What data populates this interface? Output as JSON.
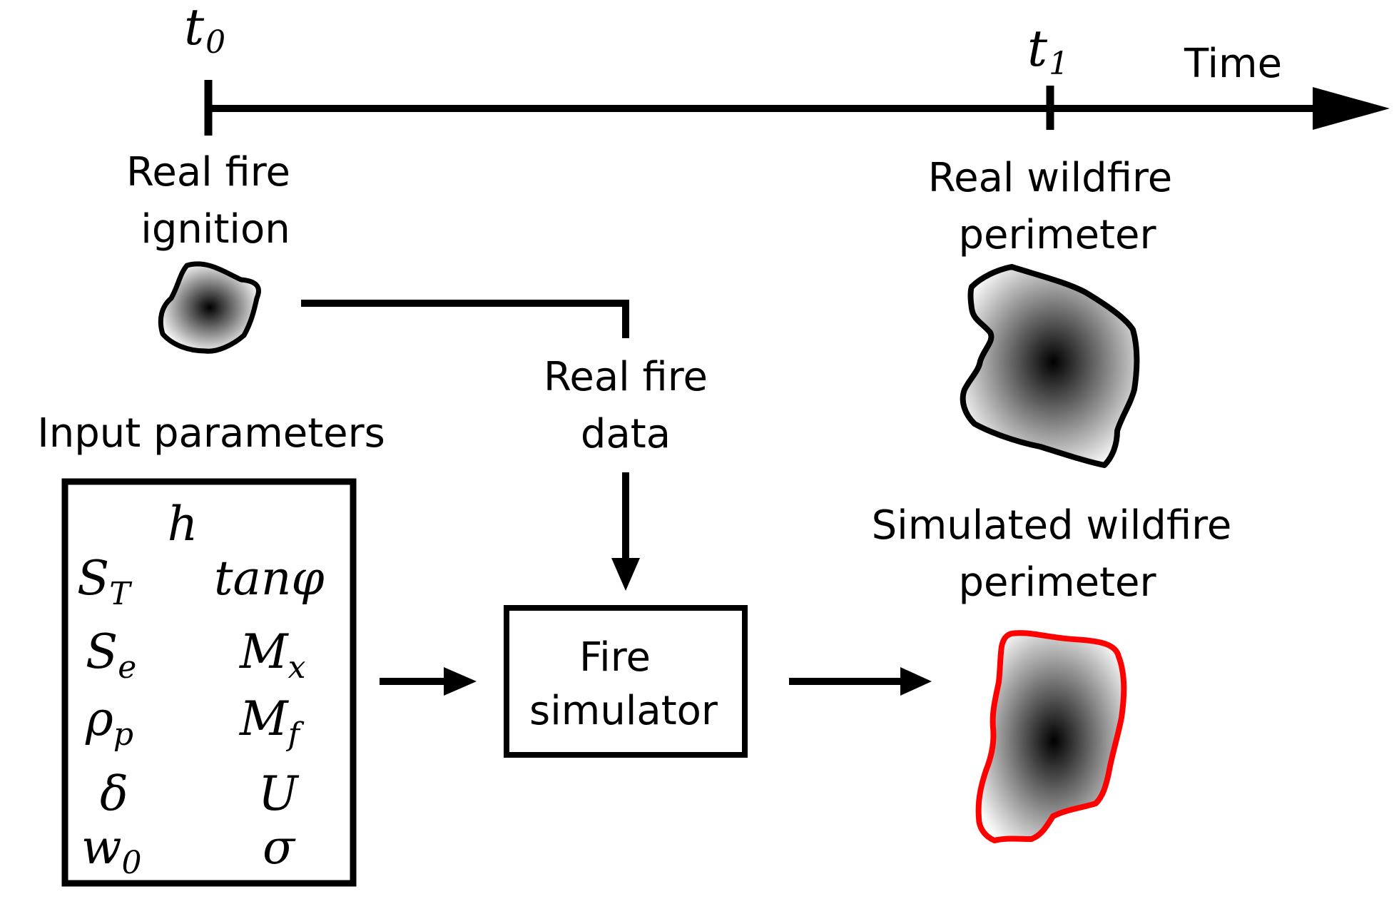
{
  "timeline": {
    "t0": "t",
    "t0_sub": "0",
    "t1": "t",
    "t1_sub": "1",
    "axis_label": "Time"
  },
  "labels": {
    "real_fire_ignition": [
      "Real fire",
      "ignition"
    ],
    "real_wildfire_perimeter": [
      "Real wildfire",
      "perimeter"
    ],
    "real_fire_data": [
      "Real fire",
      "data"
    ],
    "input_parameters": "Input parameters",
    "fire_simulator": [
      "Fire",
      "simulator"
    ],
    "simulated_wildfire_perimeter": [
      "Simulated wildfire",
      "perimeter"
    ]
  },
  "parameters": {
    "h": "h",
    "left": [
      {
        "base": "S",
        "sub": "T"
      },
      {
        "base": "S",
        "sub": "e"
      },
      {
        "base": "ρ",
        "sub": "p"
      },
      {
        "base": "δ",
        "sub": ""
      },
      {
        "base": "w",
        "sub": "0"
      }
    ],
    "right": [
      {
        "base": "tanφ",
        "sub": ""
      },
      {
        "base": "M",
        "sub": "x"
      },
      {
        "base": "M",
        "sub": "f"
      },
      {
        "base": "U",
        "sub": ""
      },
      {
        "base": "σ",
        "sub": ""
      }
    ]
  },
  "colors": {
    "line": "#000000",
    "simulated_outline": "#ff0000",
    "fire_core": "#000000",
    "fire_edge": "#ffffff"
  }
}
